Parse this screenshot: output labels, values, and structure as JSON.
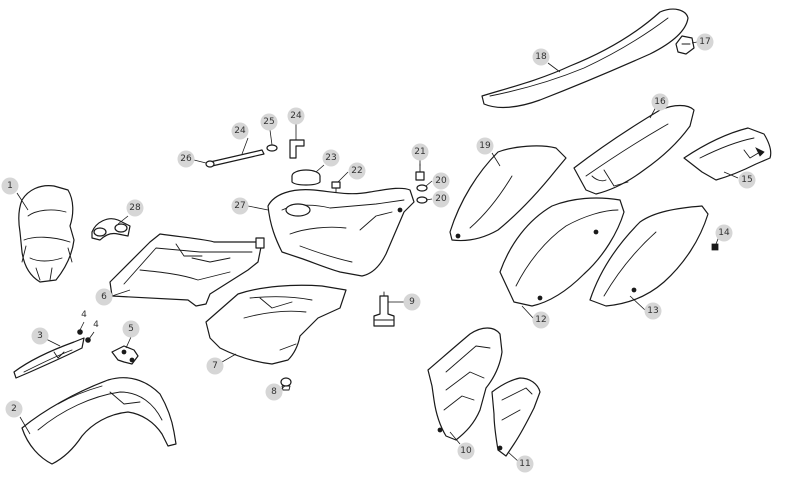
{
  "colors": {
    "bubble": "#d6d6d6",
    "line": "#1a1a1a",
    "text": "#333333",
    "background": "#ffffff"
  },
  "callouts": [
    {
      "id": "c1",
      "label": "1"
    },
    {
      "id": "c2",
      "label": "2"
    },
    {
      "id": "c3",
      "label": "3"
    },
    {
      "id": "c4a",
      "label": "4"
    },
    {
      "id": "c4b",
      "label": "4"
    },
    {
      "id": "c5",
      "label": "5"
    },
    {
      "id": "c6",
      "label": "6"
    },
    {
      "id": "c7",
      "label": "7"
    },
    {
      "id": "c8",
      "label": "8"
    },
    {
      "id": "c9",
      "label": "9"
    },
    {
      "id": "c10",
      "label": "10"
    },
    {
      "id": "c11",
      "label": "11"
    },
    {
      "id": "c12",
      "label": "12"
    },
    {
      "id": "c13",
      "label": "13"
    },
    {
      "id": "c14",
      "label": "14"
    },
    {
      "id": "c15",
      "label": "15"
    },
    {
      "id": "c16",
      "label": "16"
    },
    {
      "id": "c17",
      "label": "17"
    },
    {
      "id": "c18",
      "label": "18"
    },
    {
      "id": "c19",
      "label": "19"
    },
    {
      "id": "c20a",
      "label": "20"
    },
    {
      "id": "c20b",
      "label": "20"
    },
    {
      "id": "c21",
      "label": "21"
    },
    {
      "id": "c22",
      "label": "22"
    },
    {
      "id": "c23",
      "label": "23"
    },
    {
      "id": "c24a",
      "label": "24"
    },
    {
      "id": "c24b",
      "label": "24"
    },
    {
      "id": "c25",
      "label": "25"
    },
    {
      "id": "c26",
      "label": "26"
    },
    {
      "id": "c27",
      "label": "27"
    },
    {
      "id": "c28",
      "label": "28"
    }
  ]
}
